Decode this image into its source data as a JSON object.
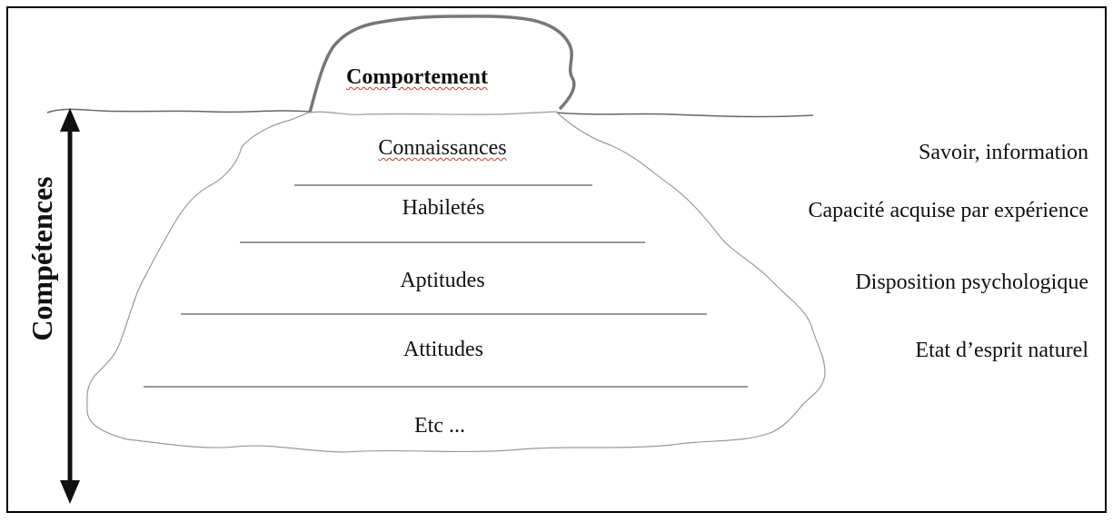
{
  "title": "",
  "visible_part": {
    "label": "Comportement"
  },
  "hidden_part": {
    "layers": [
      {
        "name": "Connaissances",
        "description": "Savoir, information"
      },
      {
        "name": "Habiletés",
        "description": "Capacité acquise par expérience"
      },
      {
        "name": "Aptitudes",
        "description": "Disposition psychologique"
      },
      {
        "name": "Attitudes",
        "description": "Etat d’esprit naturel"
      },
      {
        "name": "Etc ...",
        "description": ""
      }
    ]
  },
  "axis": {
    "label": "Compétences"
  },
  "colors": {
    "line": "#555555",
    "text": "#111111",
    "border": "#000000",
    "spellcheck_underline": "#d0392b"
  }
}
